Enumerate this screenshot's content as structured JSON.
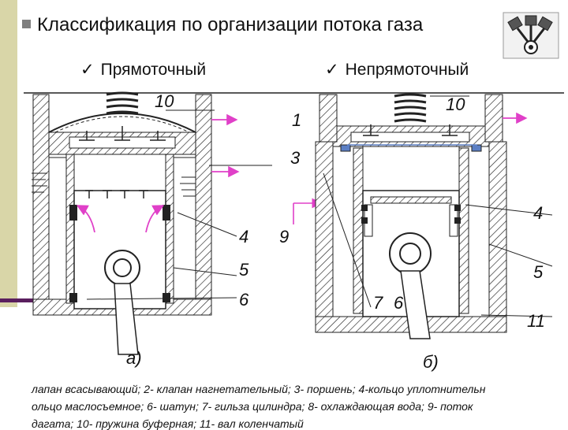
{
  "title": "Классификация по организации потока газа",
  "subtitles": {
    "left": "Прямоточный",
    "right": "Непрямоточный"
  },
  "check_glyph": "✓",
  "labels": {
    "left": [
      "10",
      "1",
      "3",
      "4",
      "5",
      "6",
      "9"
    ],
    "right": [
      "10",
      "4",
      "5",
      "7",
      "6",
      "11"
    ]
  },
  "captions": {
    "a": "а)",
    "b": "б)"
  },
  "legend": [
    "лапан всасывающий; 2- клапан нагнетательный; 3- поршень; 4-кольцо уплотнительн",
    "ольцо маслосъемное; 6- шатун; 7- гильза цилиндра; 8- охлаждающая вода; 9- поток",
    "дагата; 10- пружина буферная; 11- вал коленчатый"
  ],
  "icons": {
    "title_bullet": "square-bullet-icon",
    "logo": "engine-piston-icon"
  },
  "colors": {
    "accent": "#5a1f5e",
    "sidebar": "#d9d6a8",
    "arrow": "#e040c8",
    "water": "#bcd8f2"
  }
}
